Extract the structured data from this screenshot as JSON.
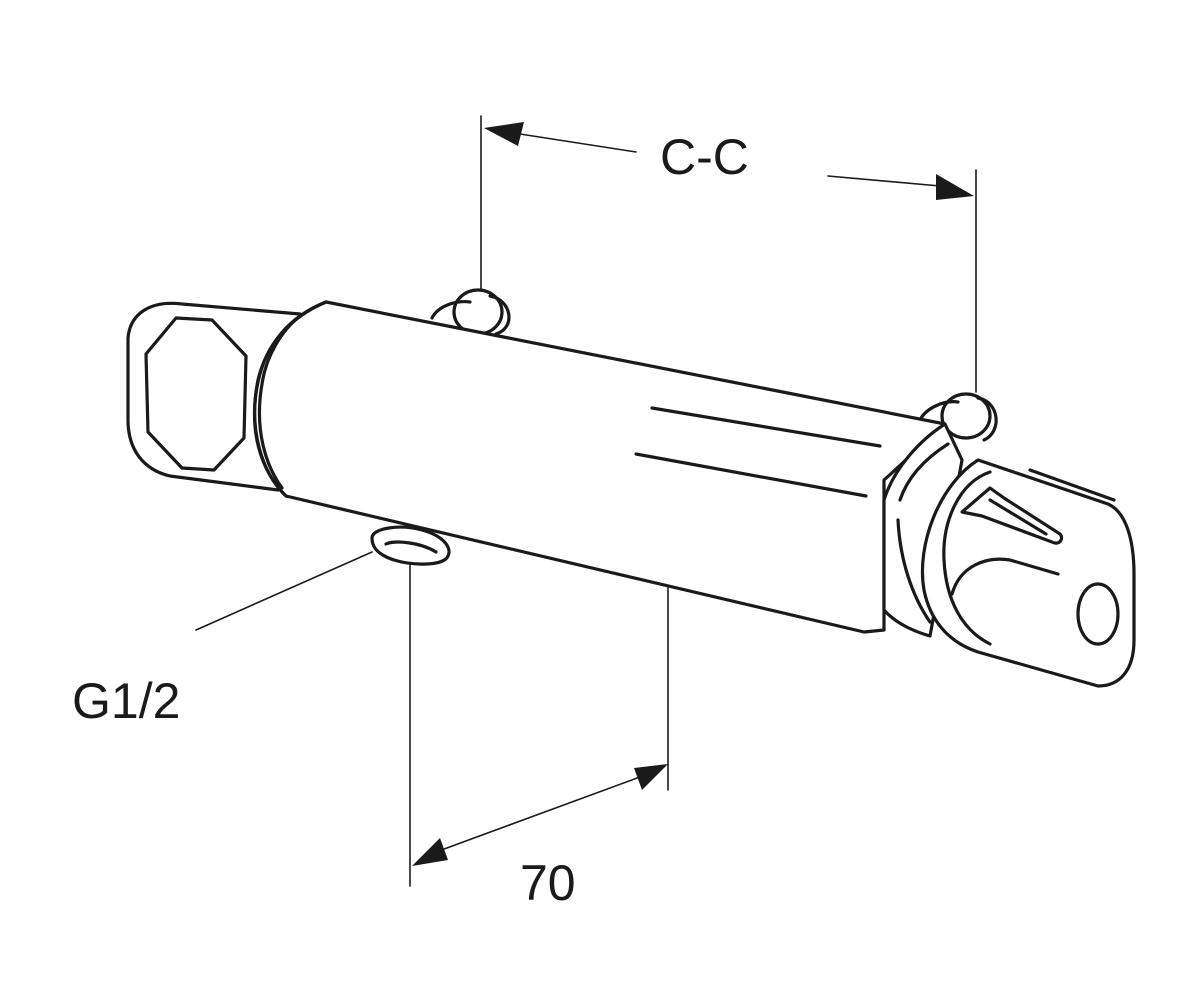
{
  "dimensions": {
    "center_to_center": "C-C",
    "offset": "70",
    "thread": "G1/2"
  }
}
